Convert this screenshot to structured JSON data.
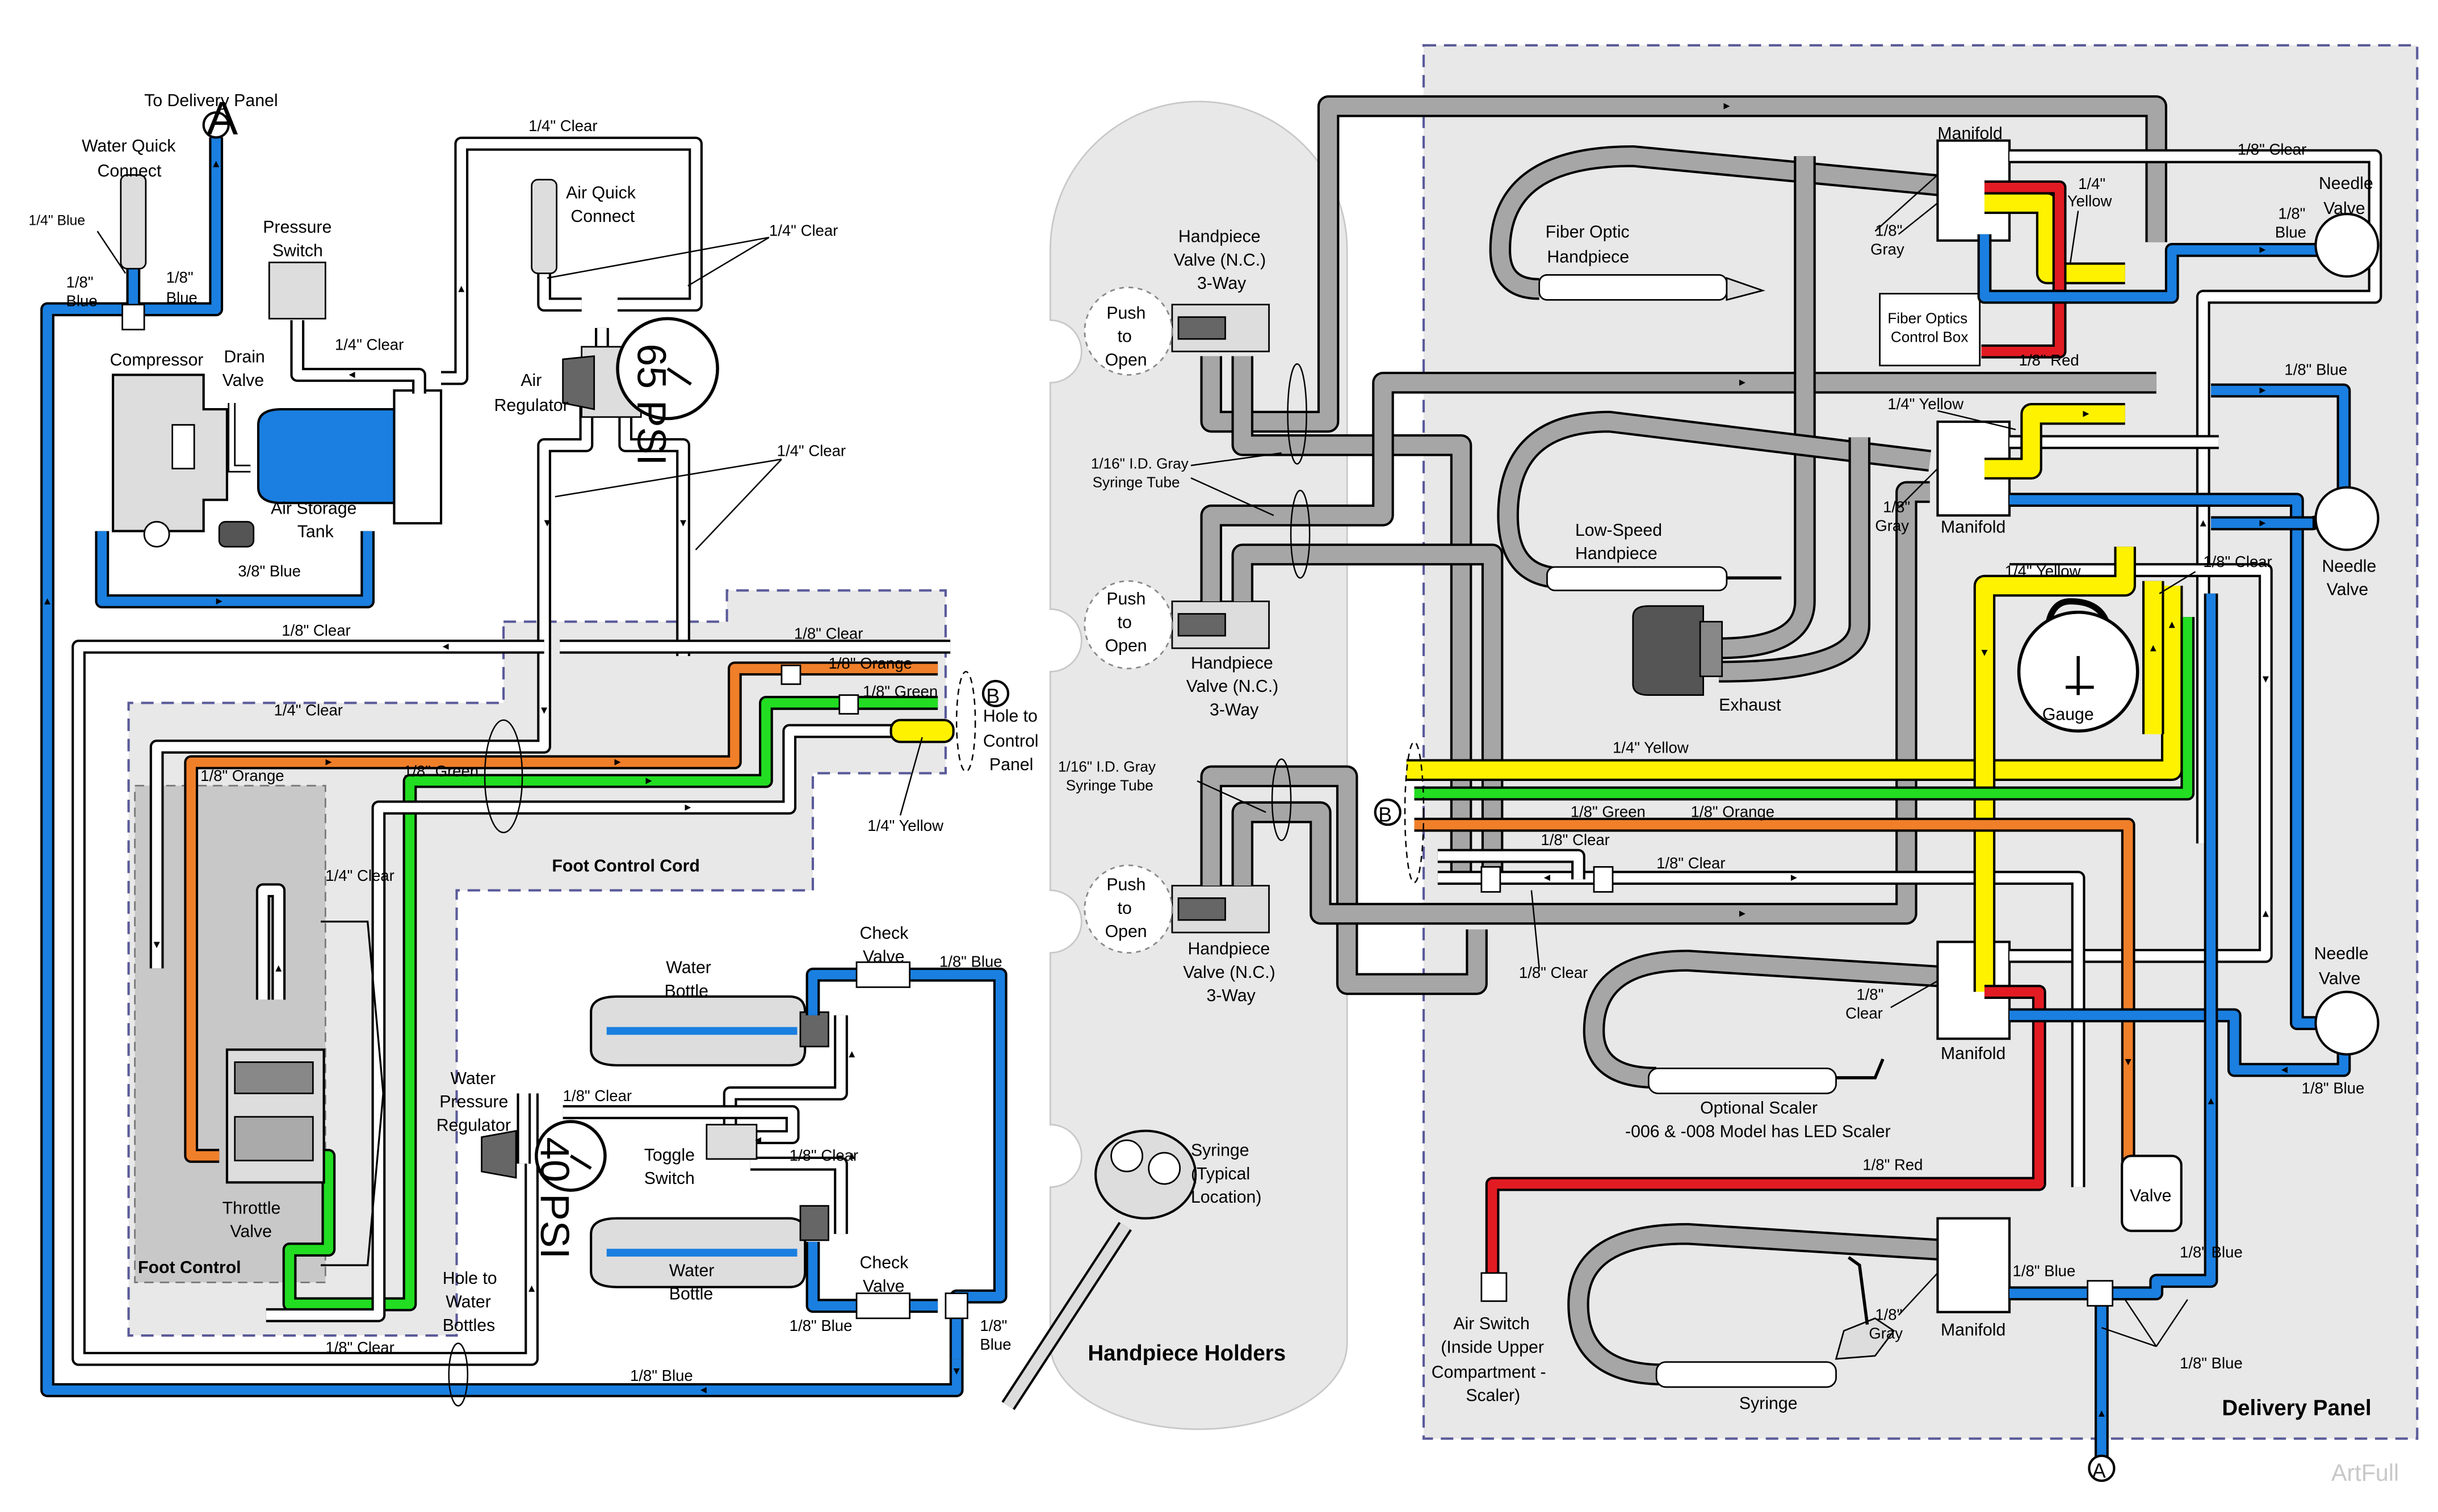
{
  "labels": {
    "to_delivery_panel": "To Delivery Panel",
    "water_quick_connect": [
      "Water Quick",
      "Connect"
    ],
    "quarter_blue": "1/4\" Blue",
    "eighth_blue_pair": [
      "1/8\"",
      "Blue"
    ],
    "pressure_switch": [
      "Pressure",
      "Switch"
    ],
    "compressor": "Compressor",
    "drain_valve": [
      "Drain",
      "Valve"
    ],
    "air_storage_tank": [
      "Air Storage",
      "Tank"
    ],
    "three_eighth_blue": "3/8\" Blue",
    "quarter_clear": "1/4\" Clear",
    "eighth_clear": "1/8\" Clear",
    "air_quick_connect": [
      "Air Quick",
      "Connect"
    ],
    "air_regulator": [
      "Air",
      "Regulator"
    ],
    "psi65": "65 PSI",
    "psi40": "40 PSI",
    "eighth_orange": "1/8\" Orange",
    "eighth_green": "1/8\" Green",
    "quarter_yellow": "1/4\" Yellow",
    "hole_to_control_panel": [
      "Hole to",
      "Control",
      "Panel"
    ],
    "foot_control_cord": "Foot Control Cord",
    "foot_control": "Foot Control",
    "throttle_valve": [
      "Throttle",
      "Valve"
    ],
    "water_bottle": [
      "Water",
      "Bottle"
    ],
    "check_valve": [
      "Check",
      "Valve"
    ],
    "eighth_blue": "1/8\" Blue",
    "water_pressure_regulator": [
      "Water",
      "Pressure",
      "Regulator"
    ],
    "toggle_switch": [
      "Toggle",
      "Switch"
    ],
    "hole_to_water_bottles": [
      "Hole to",
      "Water",
      "Bottles"
    ],
    "handpiece_valve_nc_3way": [
      "Handpiece",
      "Valve (N.C.)",
      "3-Way"
    ],
    "push_to_open": [
      "Push",
      "to",
      "Open"
    ],
    "syringe_tube": [
      "1/16\" I.D. Gray",
      "Syringe Tube"
    ],
    "syringe_typical": [
      "Syringe",
      "(Typical",
      "Location)"
    ],
    "handpiece_holders": "Handpiece Holders",
    "manifold": "Manifold",
    "eighth_gray": [
      "1/8\"",
      "Gray"
    ],
    "fiber_optic_handpiece": [
      "Fiber Optic",
      "Handpiece"
    ],
    "fiber_optics_control_box": [
      "Fiber Optics",
      "Control Box"
    ],
    "eighth_red": "1/8\" Red",
    "needle_valve": [
      "Needle",
      "Valve"
    ],
    "low_speed_handpiece": [
      "Low-Speed",
      "Handpiece"
    ],
    "exhaust": "Exhaust",
    "gauge": "Gauge",
    "optional_scaler": [
      "Optional Scaler",
      "-006 & -008 Model has LED Scaler"
    ],
    "valve": "Valve",
    "air_switch": [
      "Air Switch",
      "(Inside Upper",
      "Compartment -",
      "Scaler)"
    ],
    "syringe": "Syringe",
    "delivery_panel": "Delivery Panel",
    "eighth_clear_stack": [
      "1/8\"",
      "Clear"
    ],
    "quarter_yellow_stack": [
      "1/4\"",
      "Yellow"
    ],
    "A": "A",
    "B": "B",
    "watermark": "ArtFull"
  },
  "colors": {
    "blue": "#1a7fe0",
    "yellow": "#fff200",
    "orange": "#f07f2a",
    "green": "#22dd22",
    "red": "#e21b23",
    "gray": "#a6a6a6",
    "clear": "#ffffff",
    "panel": "#e8e8e8",
    "tank": "#1a7fe0"
  }
}
